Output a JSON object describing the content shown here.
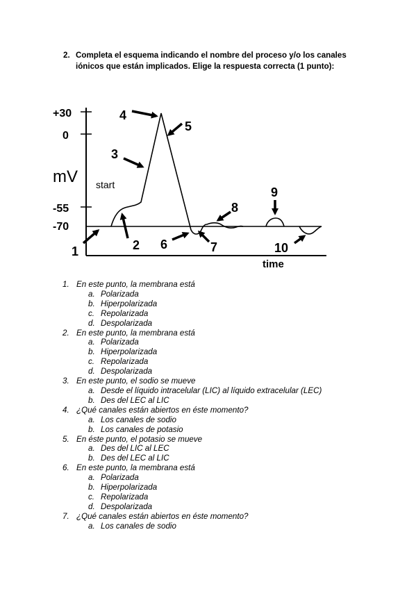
{
  "header": {
    "number": "2.",
    "text": "Completa el esquema indicando el nombre del proceso y/o los canales iónicos que están implicados. Elige la respuesta correcta (1 punto):"
  },
  "diagram": {
    "y_ticks": [
      "+30",
      "0",
      "-55",
      "-70"
    ],
    "y_unit": "mV",
    "start_label": "start",
    "x_label": "time",
    "markers": [
      "1",
      "2",
      "3",
      "4",
      "5",
      "6",
      "7",
      "8",
      "9",
      "10"
    ]
  },
  "questions": [
    {
      "num": "1.",
      "text": "En este punto, la membrana está",
      "options": [
        {
          "letter": "a.",
          "text": "Polarizada"
        },
        {
          "letter": "b.",
          "text": "Hiperpolarizada"
        },
        {
          "letter": "c.",
          "text": "Repolarizada"
        },
        {
          "letter": "d.",
          "text": "Despolarizada"
        }
      ]
    },
    {
      "num": "2.",
      "text": "En este punto, la membrana está",
      "options": [
        {
          "letter": "a.",
          "text": "Polarizada"
        },
        {
          "letter": "b.",
          "text": "Hiperpolarizada"
        },
        {
          "letter": "c.",
          "text": "Repolarizada"
        },
        {
          "letter": "d.",
          "text": "Despolarizada"
        }
      ]
    },
    {
      "num": "3.",
      "text": "En este punto, el sodio se mueve",
      "options": [
        {
          "letter": "a.",
          "text": "Desde el líquido intracelular  (LIC) al líquido extracelular (LEC)"
        },
        {
          "letter": "b.",
          "text": "Des del LEC al LIC"
        }
      ]
    },
    {
      "num": "4.",
      "text": "¿Qué canales están abiertos en éste momento?",
      "options": [
        {
          "letter": "a.",
          "text": "Los canales de sodio"
        },
        {
          "letter": "b.",
          "text": "Los canales de potasio"
        }
      ]
    },
    {
      "num": "5.",
      "text": "En éste punto, el potasio se mueve",
      "options": [
        {
          "letter": "a.",
          "text": "Des del LIC al LEC"
        },
        {
          "letter": "b.",
          "text": "Des del LEC al LIC"
        }
      ]
    },
    {
      "num": "6.",
      "text": "En este punto, la membrana está",
      "options": [
        {
          "letter": "a.",
          "text": "Polarizada"
        },
        {
          "letter": "b.",
          "text": "Hiperpolarizada"
        },
        {
          "letter": "c.",
          "text": "Repolarizada"
        },
        {
          "letter": "d.",
          "text": "Despolarizada"
        }
      ]
    },
    {
      "num": "7.",
      "text": "¿Qué canales están abiertos en éste momento?",
      "options": [
        {
          "letter": "a.",
          "text": "Los canales de sodio"
        }
      ]
    }
  ]
}
